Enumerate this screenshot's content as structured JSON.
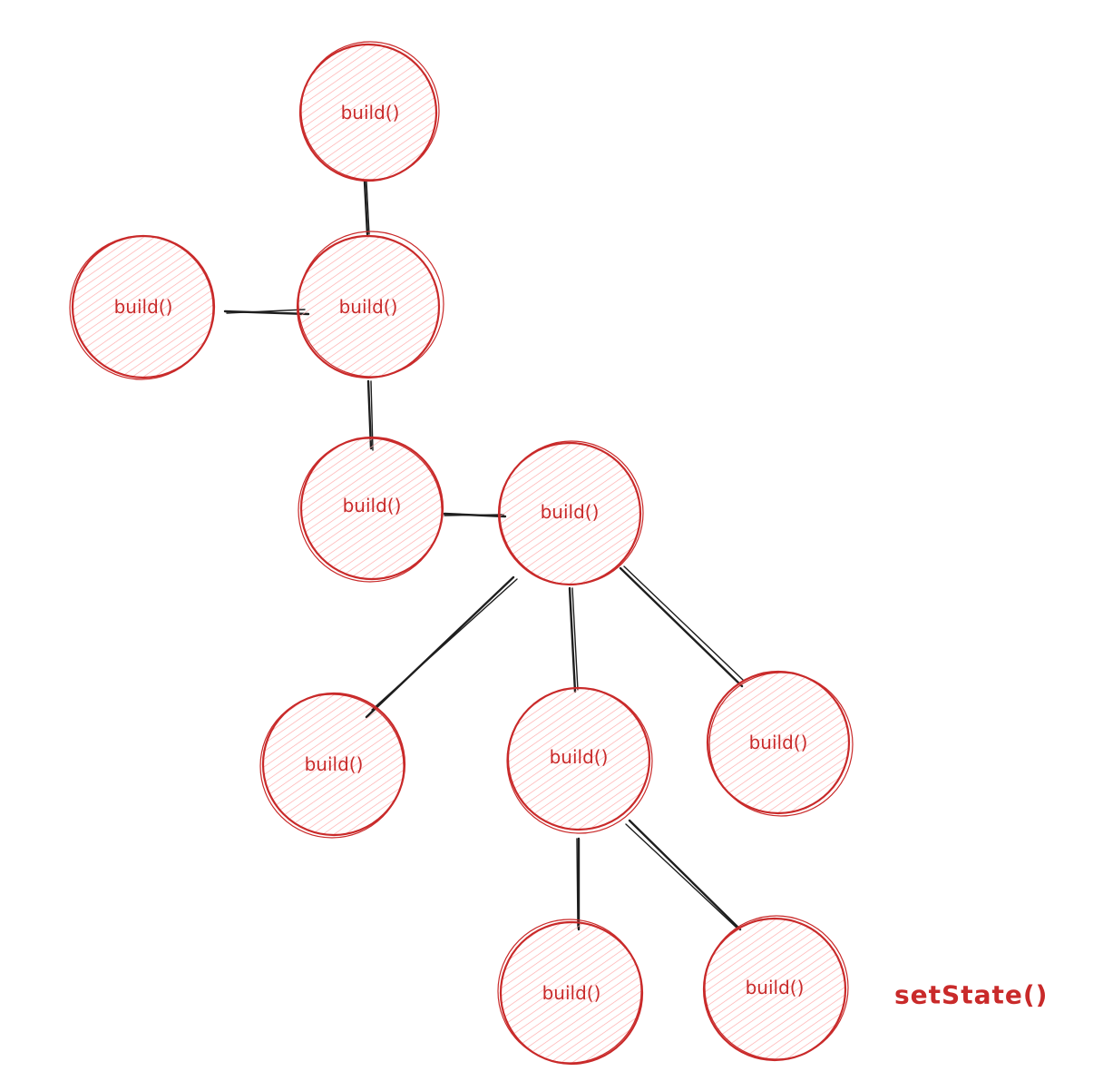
{
  "diagram": {
    "colors": {
      "node_stroke": "#c92a2a",
      "node_hatch": "#ffa8a8",
      "node_text": "#c92a2a",
      "edge": "#1e1e1e",
      "note_text": "#c92a2a"
    },
    "nodes": [
      {
        "id": "n1",
        "label": "build()"
      },
      {
        "id": "n2",
        "label": "build()"
      },
      {
        "id": "n3",
        "label": "build()"
      },
      {
        "id": "n4",
        "label": "build()"
      },
      {
        "id": "n5",
        "label": "build()"
      },
      {
        "id": "n6",
        "label": "build()"
      },
      {
        "id": "n7",
        "label": "build()"
      },
      {
        "id": "n8",
        "label": "build()"
      },
      {
        "id": "n9",
        "label": "build()"
      },
      {
        "id": "n10",
        "label": "build()"
      }
    ],
    "edges": [
      {
        "from": "n1",
        "to": "n3"
      },
      {
        "from": "n2",
        "to": "n3"
      },
      {
        "from": "n3",
        "to": "n4"
      },
      {
        "from": "n4",
        "to": "n5"
      },
      {
        "from": "n5",
        "to": "n6"
      },
      {
        "from": "n5",
        "to": "n7"
      },
      {
        "from": "n5",
        "to": "n8"
      },
      {
        "from": "n7",
        "to": "n9"
      },
      {
        "from": "n7",
        "to": "n10"
      }
    ],
    "note": "setState()"
  }
}
